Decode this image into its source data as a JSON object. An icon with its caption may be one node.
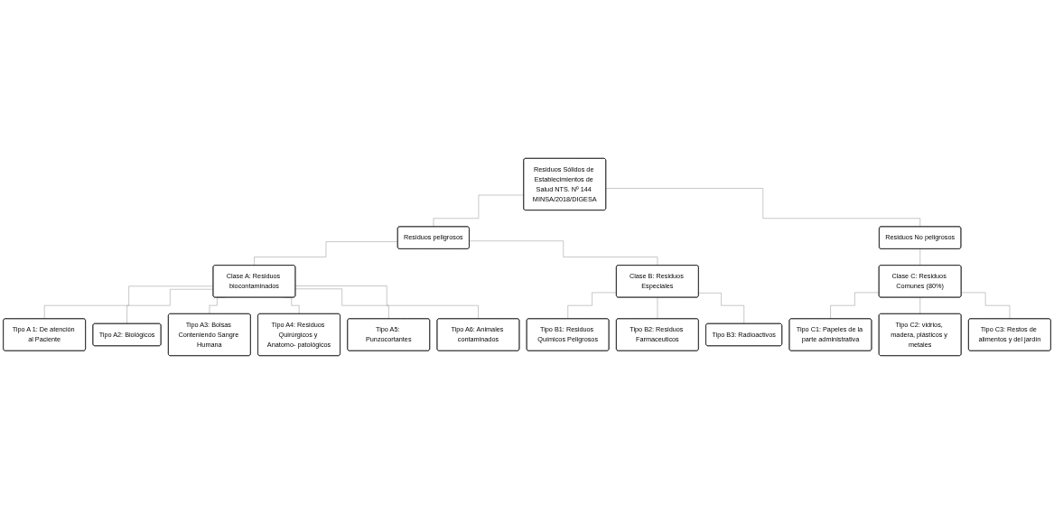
{
  "diagram": {
    "nodes": [
      {
        "text": [
          "Residuos Sólidos de Establecimientos de Salud NTS. Nº 144 MINSA/2018/DIGESA"
        ]
      },
      {
        "text": [
          "Residuos peligrosos"
        ]
      },
      {
        "text": [
          "Residuos No peligrosos"
        ]
      },
      {
        "text": [
          "Clase A: Residuos biocontaminados"
        ]
      },
      {
        "text": [
          "Clase B: Residuos Especiales"
        ]
      },
      {
        "text": [
          "Clase C: Residuos Comunes (80%)"
        ]
      },
      {
        "text": [
          "Tipo A 1: De atención al Paciente"
        ]
      },
      {
        "text": [
          "Tipo A2: Biológicos"
        ]
      },
      {
        "text": [
          "Tipo A3: Bolsas Conteniendo Sangre Humana"
        ]
      },
      {
        "text": [
          "Tipo A4: Residuos Quirúrgicos y Anatomo- patológicos"
        ]
      },
      {
        "text": [
          "Tipo A5: Punzocortantes"
        ]
      },
      {
        "text": [
          "Tipo A6: Animales contaminados"
        ]
      },
      {
        "text": [
          "Tipo B1: Residuos Químicos Peligrosos"
        ]
      },
      {
        "text": [
          "Tipo B2: Residuos Farmaceuticos"
        ]
      },
      {
        "text": [
          "Tipo B3: Radioactivos"
        ]
      },
      {
        "text": [
          "Tipo C1: Papeles de la parte administrativa"
        ]
      },
      {
        "text": [
          "Tipo C2: vidrios, madera, plásticos y metales"
        ]
      },
      {
        "text": [
          "Tipo C3: Restos de alimentos y del jardín"
        ]
      }
    ],
    "edges": [
      {
        "from": 0,
        "to": 1,
        "arrow": "none"
      },
      {
        "from": 0,
        "to": 2,
        "arrow": "none"
      },
      {
        "from": 1,
        "to": 3,
        "arrow": "none"
      },
      {
        "from": 1,
        "to": 4,
        "arrow": "none"
      },
      {
        "from": 2,
        "to": 5,
        "arrow": "none"
      },
      {
        "from": 3,
        "to": 6,
        "arrow": "none"
      },
      {
        "from": 3,
        "to": 7,
        "arrow": "none"
      },
      {
        "from": 3,
        "to": 8,
        "arrow": "none"
      },
      {
        "from": 3,
        "to": 9,
        "arrow": "none"
      },
      {
        "from": 3,
        "to": 10,
        "arrow": "none"
      },
      {
        "from": 3,
        "to": 11,
        "arrow": "none"
      },
      {
        "from": 4,
        "to": 12,
        "arrow": "none"
      },
      {
        "from": 4,
        "to": 13,
        "arrow": "none"
      },
      {
        "from": 4,
        "to": 14,
        "arrow": "none"
      },
      {
        "from": 5,
        "to": 15,
        "arrow": "none"
      },
      {
        "from": 5,
        "to": 16,
        "arrow": "none"
      },
      {
        "from": 5,
        "to": 17,
        "arrow": "none"
      }
    ]
  }
}
